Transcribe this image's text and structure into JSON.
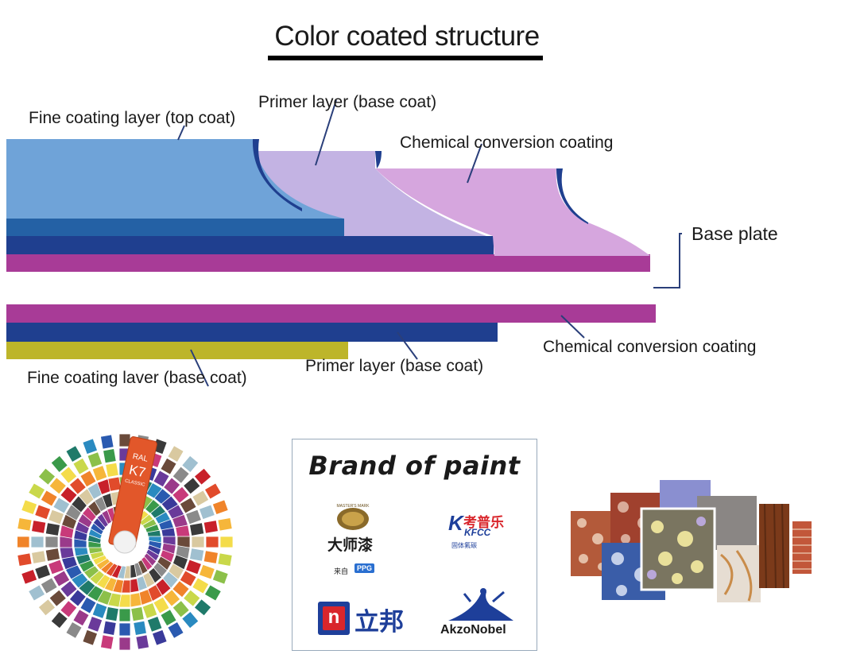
{
  "title": "Color coated structure",
  "labels": {
    "top_coat": "Fine coating layer (top coat)",
    "primer_top": "Primer layer (base coat)",
    "chem_top": "Chemical conversion coating",
    "base_plate": "Base plate",
    "chem_bottom": "Chemical conversion coating",
    "primer_bottom": "Primer layer (base coat)",
    "base_coat": "Fine coating laver (base coat)"
  },
  "brands": {
    "heading": "Brand of paint",
    "masters_mark": "MASTER'S MARK",
    "dashi_qi": "大师漆",
    "from_ppg_prefix": "来自",
    "ppg": "PPG",
    "kfcc": "KFCC",
    "kaopule": "考普乐",
    "kaopule_sub": "固体氟碳",
    "nippon": "立邦",
    "akzo": "AkzoNobel"
  },
  "fan": {
    "ral": "RAL",
    "k7": "K7",
    "classic": "CLASSIC"
  },
  "colors": {
    "top_coat": "#6fa3d8",
    "primer": "#c3b3e3",
    "chem": "#d6a6de",
    "dark_blue": "#1f3f8f",
    "mid_blue": "#2461a5",
    "magenta": "#a83b97",
    "yellow": "#bdb52a"
  }
}
